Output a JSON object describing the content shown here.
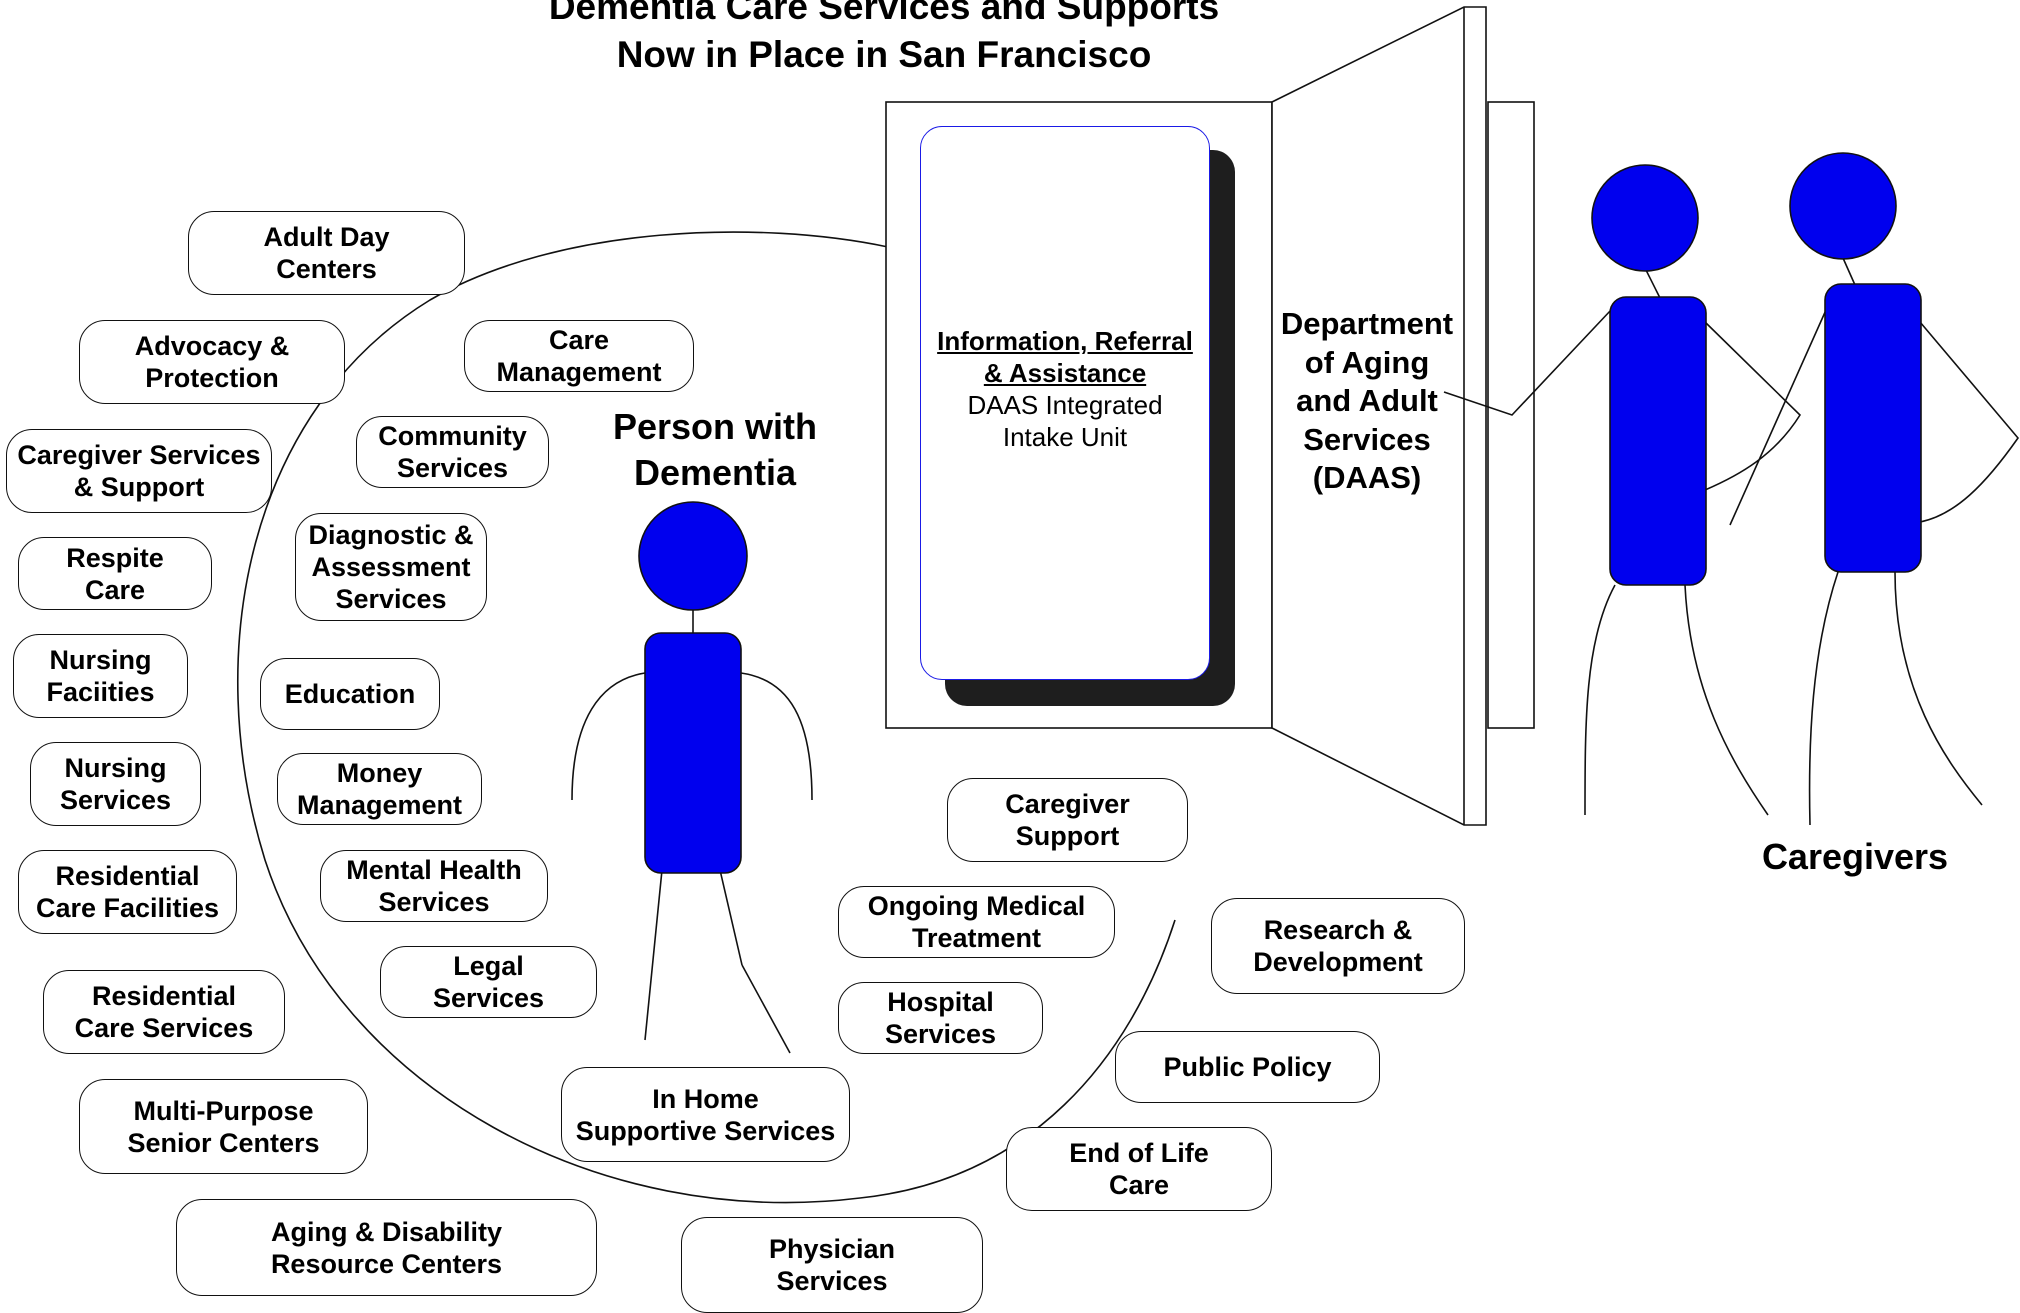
{
  "title": {
    "line1": "Dementia Care Services and Supports",
    "line2": "Now in Place in San Francisco"
  },
  "center_person": {
    "label_line1": "Person with",
    "label_line2": "Dementia"
  },
  "intake": {
    "title_line1": "Information, Referral",
    "title_line2": "& Assistance",
    "sub_line1": "DAAS Integrated",
    "sub_line2": "Intake Unit"
  },
  "department": {
    "line1": "Department",
    "line2": "of Aging",
    "line3": "and Adult",
    "line4": "Services",
    "line5": "(DAAS)"
  },
  "caregivers_label": "Caregivers",
  "services": {
    "adult_day": [
      "Adult Day",
      "Centers"
    ],
    "advocacy": [
      "Advocacy &",
      "Protection"
    ],
    "caregiver_services": [
      "Caregiver Services",
      "& Support"
    ],
    "respite": [
      "Respite",
      "Care"
    ],
    "nursing_facilities": [
      "Nursing",
      "Faciities"
    ],
    "nursing_services": [
      "Nursing",
      "Services"
    ],
    "residential_facilities": [
      "Residential",
      "Care Facilities"
    ],
    "residential_services": [
      "Residential",
      "Care Services"
    ],
    "multipurpose": [
      "Multi-Purpose",
      "Senior Centers"
    ],
    "aging_disability": [
      "Aging & Disability",
      "Resource Centers"
    ],
    "care_management": [
      "Care",
      "Management"
    ],
    "community": [
      "Community",
      "Services"
    ],
    "diagnostic": [
      "Diagnostic &",
      "Assessment",
      "Services"
    ],
    "education": [
      "Education"
    ],
    "money": [
      "Money",
      "Management"
    ],
    "mental_health": [
      "Mental Health",
      "Services"
    ],
    "legal": [
      "Legal",
      "Services"
    ],
    "in_home": [
      "In Home",
      "Supportive Services"
    ],
    "physician": [
      "Physician",
      "Services"
    ],
    "caregiver_support": [
      "Caregiver",
      "Support"
    ],
    "ongoing_medical": [
      "Ongoing  Medical",
      "Treatment"
    ],
    "hospital": [
      "Hospital",
      "Services"
    ],
    "research": [
      "Research &",
      "Development"
    ],
    "public_policy": [
      "Public Policy"
    ],
    "end_of_life": [
      "End of Life",
      "Care"
    ]
  },
  "colors": {
    "figure_blue": "#0000ee",
    "outline": "#111111",
    "shadow": "#1e1e1e",
    "intake_border": "#1a1ae6"
  }
}
